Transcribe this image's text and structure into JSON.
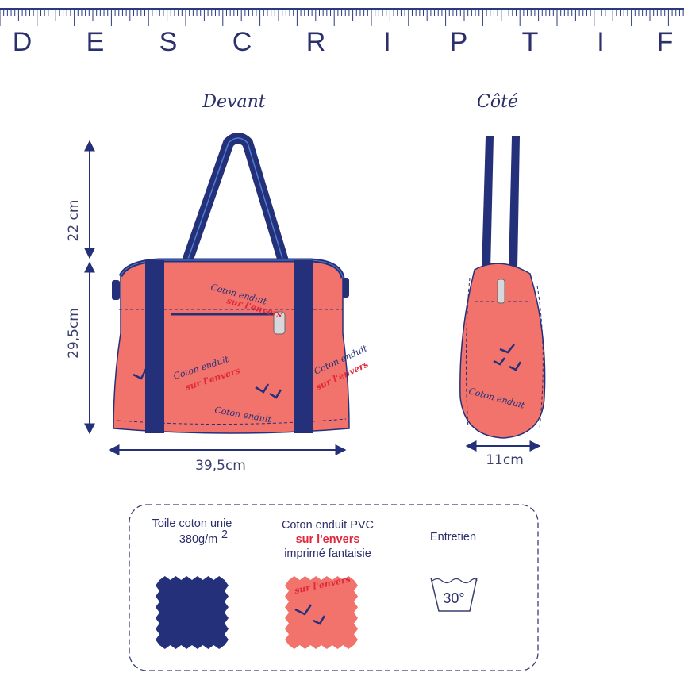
{
  "header": {
    "letters": [
      "D",
      "E",
      "S",
      "C",
      "R",
      "I",
      "P",
      "T",
      "I",
      "F"
    ]
  },
  "views": {
    "front": "Devant",
    "side": "Côté"
  },
  "dimensions": {
    "handle_height": "22 cm",
    "body_height": "29,5cm",
    "width": "39,5cm",
    "depth": "11cm"
  },
  "print_text": {
    "line1": "Coton enduit",
    "line2": "sur l'envers"
  },
  "materials": {
    "canvas": {
      "line1": "Toile coton  unie",
      "line2": "380g/m",
      "sup": "2"
    },
    "coated": {
      "line1": "Coton enduit  PVC",
      "line2": "sur l'envers",
      "line3": "imprimé fantaisie"
    },
    "care": {
      "label": "Entretien",
      "wash_temp": "30°"
    }
  },
  "colors": {
    "navy": "#25307a",
    "coral": "#f1736b",
    "red": "#e0283c"
  }
}
